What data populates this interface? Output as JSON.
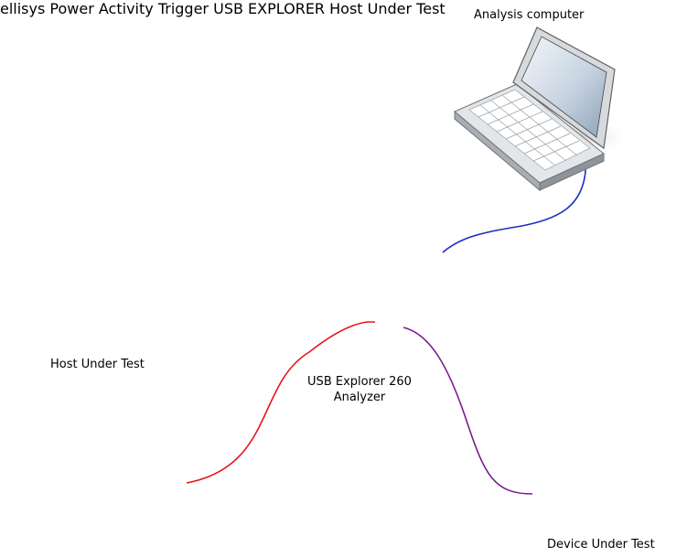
{
  "diagram": {
    "laptop_label": "Analysis computer",
    "host_label": "Host Under Test",
    "analyzer_label_line1": "USB Explorer 260",
    "analyzer_label_line2": "Analyzer",
    "device_label": "Device Under Test",
    "analyzer_brand": "ellisys",
    "analyzer_led_labels": [
      "Power",
      "Activity",
      "Trigger"
    ],
    "analyzer_model_text": "USB EXPLORER",
    "analyzer_port_caption": "Host   Under Test",
    "cable_colors": {
      "host_to_analyzer": "#e8141b",
      "analyzer_to_device": "#7a1c8c",
      "analyzer_to_laptop": "#1b2fc4"
    }
  }
}
